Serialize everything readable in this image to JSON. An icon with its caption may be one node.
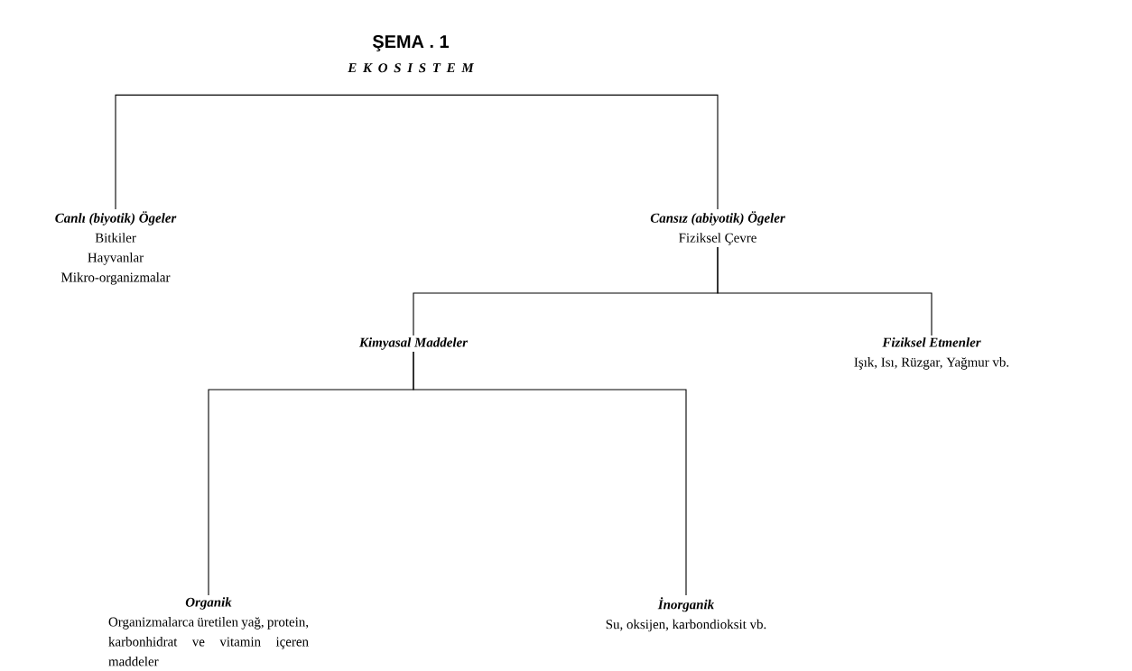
{
  "diagram": {
    "title": "ŞEMA . 1",
    "nodes": [
      {
        "text": [
          "E K O S I S T E M"
        ]
      },
      {
        "text": [
          "Canlı (biyotik) Ögeler",
          "Bitkiler",
          "Hayvanlar",
          "Mikro-organizmalar"
        ]
      },
      {
        "text": [
          "Cansız (abiyotik) Ögeler",
          "Fiziksel Çevre"
        ]
      },
      {
        "text": [
          "Kimyasal Maddeler"
        ]
      },
      {
        "text": [
          "Fiziksel Etmenler",
          "Işık, Isı, Rüzgar, Yağmur vb."
        ]
      },
      {
        "text": [
          "Organik",
          "Organizmalarca üretilen yağ, protein, karbonhidrat ve vitamin içeren maddeler"
        ]
      },
      {
        "text": [
          "İnorganik",
          "Su, oksijen, karbondioksit vb."
        ]
      }
    ],
    "edges": [
      {
        "from": 0,
        "to": 1,
        "arrow": "none"
      },
      {
        "from": 0,
        "to": 2,
        "arrow": "none"
      },
      {
        "from": 2,
        "to": 3,
        "arrow": "none"
      },
      {
        "from": 2,
        "to": 4,
        "arrow": "none"
      },
      {
        "from": 3,
        "to": 5,
        "arrow": "none"
      },
      {
        "from": 3,
        "to": 6,
        "arrow": "none"
      }
    ]
  }
}
